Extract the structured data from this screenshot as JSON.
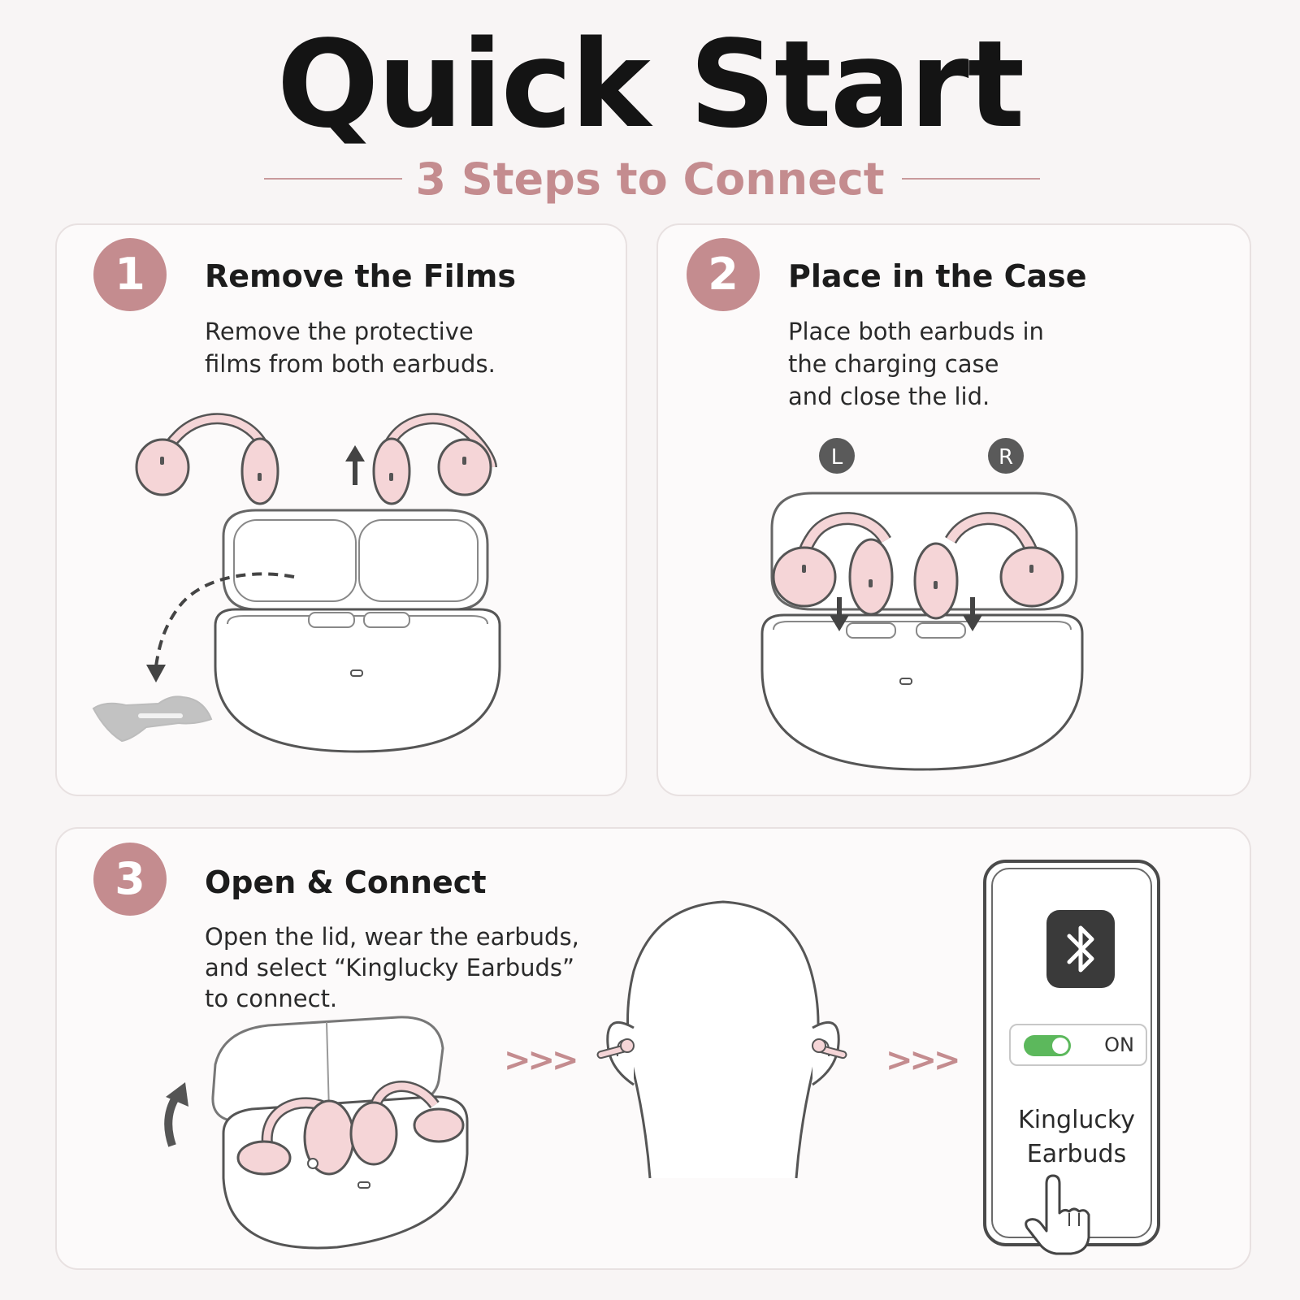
{
  "header": {
    "title": "Quick Start",
    "subtitle": "3 Steps to Connect"
  },
  "steps": [
    {
      "number": "1",
      "title": "Remove the Films",
      "description": [
        "Remove the protective",
        "films from both earbuds."
      ]
    },
    {
      "number": "2",
      "title": "Place in the Case",
      "description": [
        "Place both earbuds in",
        "the charging case",
        "and close the lid."
      ],
      "left_label": "L",
      "right_label": "R"
    },
    {
      "number": "3",
      "title": "Open & Connect",
      "description": [
        "Open the lid, wear the earbuds,",
        "and select “Kinglucky Earbuds”",
        "to connect."
      ]
    }
  ],
  "flow_arrows": ">>>",
  "phone": {
    "toggle_state": "ON",
    "device_name": [
      "Kinglucky",
      "Earbuds"
    ]
  },
  "colors": {
    "accent": "#c48c8f",
    "earbud_pink": "#f5d5d7",
    "toggle_green": "#5cb85c",
    "outline": "#555555"
  },
  "icons": [
    "bluetooth-icon",
    "hand-pointer-icon",
    "up-arrow-icon",
    "down-arrow-icon",
    "curved-arrow-icon"
  ]
}
